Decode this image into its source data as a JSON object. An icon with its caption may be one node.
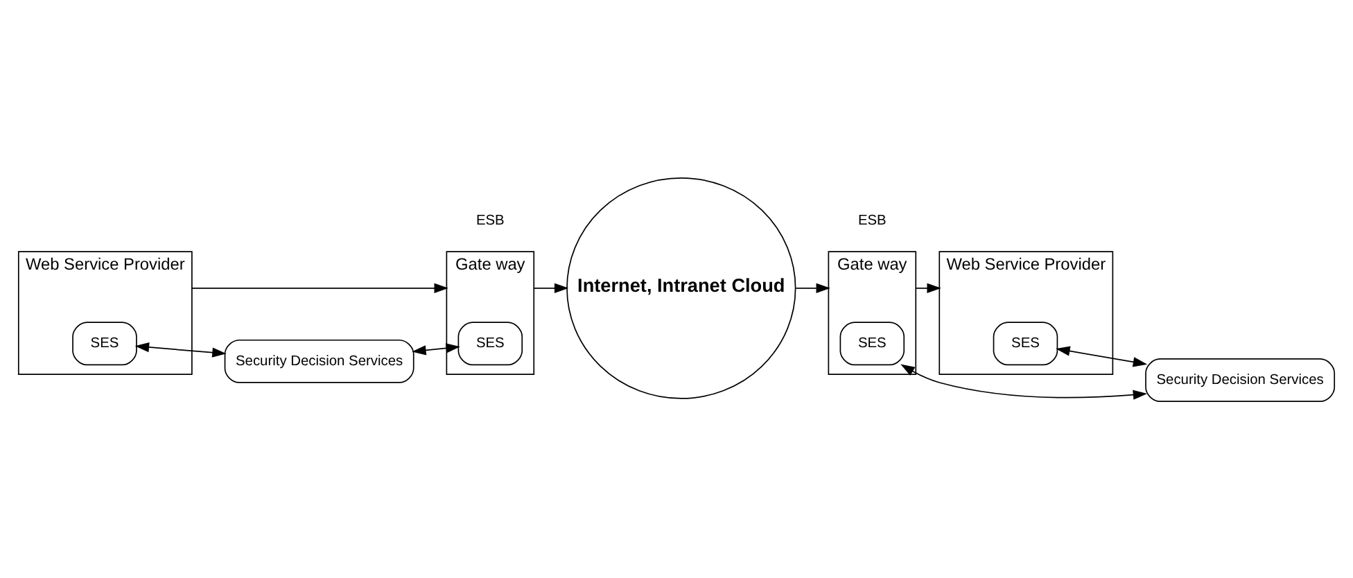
{
  "diagram": {
    "nodes": [
      {
        "text": [
          "Web Service Provider"
        ]
      },
      {
        "text": [
          "SES"
        ],
        "in": 0
      },
      {
        "text": [
          "Gate way"
        ]
      },
      {
        "text": [
          "SES"
        ],
        "in": 2
      },
      {
        "text": [
          "Internet, Intranet Cloud"
        ]
      },
      {
        "text": [
          "Gate way"
        ]
      },
      {
        "text": [
          "SES"
        ],
        "in": 5
      },
      {
        "text": [
          "Web Service Provider"
        ]
      },
      {
        "text": [
          "SES"
        ],
        "in": 7
      },
      {
        "text": [
          "Security Decision Services"
        ]
      },
      {
        "text": [
          "Security Decision Services"
        ]
      }
    ],
    "edges": [
      {
        "from": 0,
        "to": 2,
        "arrow": "to"
      },
      {
        "from": 2,
        "to": 4,
        "arrow": "to"
      },
      {
        "from": 4,
        "to": 5,
        "arrow": "to"
      },
      {
        "from": 5,
        "to": 7,
        "arrow": "to"
      },
      {
        "from": 1,
        "to": 9,
        "arrow": "both"
      },
      {
        "from": 9,
        "to": 3,
        "arrow": "both"
      },
      {
        "from": 6,
        "to": 10,
        "arrow": "both"
      },
      {
        "from": 8,
        "to": 10,
        "arrow": "both"
      }
    ],
    "labels": [
      "ESB",
      "ESB"
    ]
  }
}
